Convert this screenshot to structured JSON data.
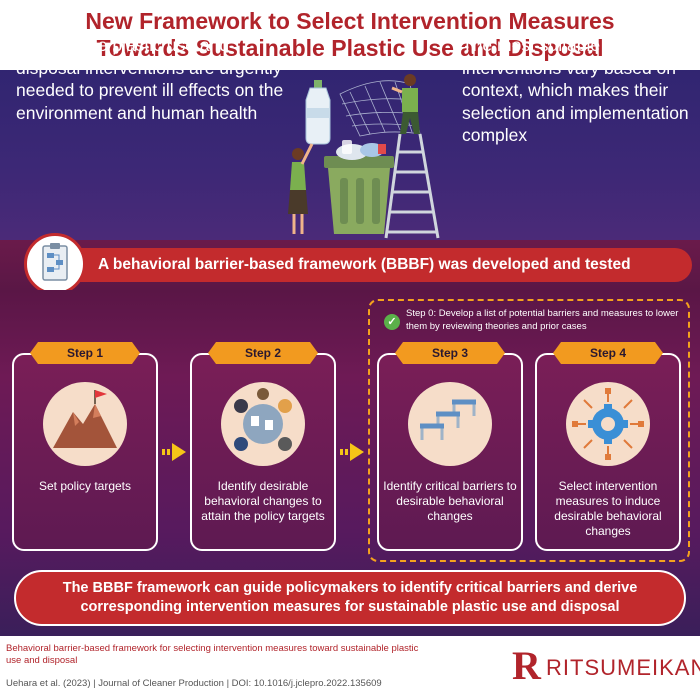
{
  "title": {
    "line1": "New Framework to Select Intervention Measures",
    "line2": "Towards Sustainable Plastic Use and Disposal"
  },
  "top_panel": {
    "left_text": "Sustainable plastic use and disposal interventions are urgently needed to prevent ill effects on the environment and human health",
    "right_text": "The most suitable interventions vary based on context, which makes their selection and implementation complex"
  },
  "banner": {
    "text": "A behavioral barrier-based framework (BBBF) was developed and tested"
  },
  "step0": {
    "text": "Step 0: Develop a list of potential barriers and measures to lower them by reviewing theories and prior cases"
  },
  "steps": [
    {
      "label": "Step 1",
      "text": "Set policy targets",
      "icon": "mountain-flag-icon"
    },
    {
      "label": "Step 2",
      "text": "Identify desirable behavioral changes to attain the policy targets",
      "icon": "meeting-table-icon"
    },
    {
      "label": "Step 3",
      "text": "Identify critical barriers to desirable behavioral changes",
      "icon": "hurdles-icon"
    },
    {
      "label": "Step 4",
      "text": "Select intervention measures to induce desirable behavioral changes",
      "icon": "gear-circuit-icon"
    }
  ],
  "statement": {
    "line1": "The BBBF framework can guide policymakers to identify critical barriers and derive",
    "line2": "corresponding intervention measures for sustainable plastic use and disposal"
  },
  "footer": {
    "title": "Behavioral barrier-based framework for selecting intervention measures toward sustainable plastic use and disposal",
    "citation": "Uehara et al. (2023) | Journal of Cleaner Production | DOI: 10.1016/j.jclepro.2022.135609",
    "logo_letter": "R",
    "logo_text": "RITSUMEIKAN"
  },
  "colors": {
    "brand_red": "#c32b2d",
    "title_red": "#b1242b",
    "ribbon_orange": "#f29a1f",
    "top_panel_purple": "#3d2876",
    "check_green": "#5bb04a"
  }
}
